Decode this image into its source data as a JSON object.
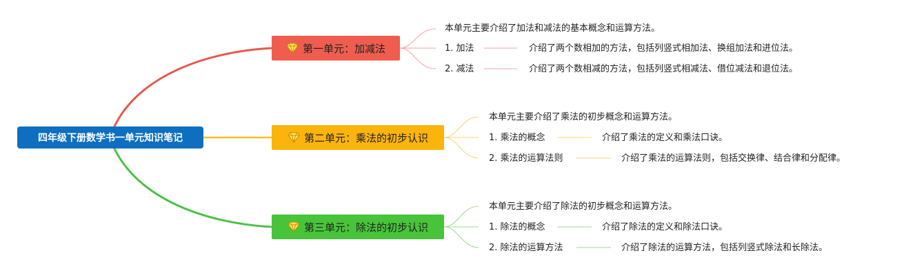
{
  "root": {
    "label": "四年级下册数学书一单元知识笔记"
  },
  "colors": {
    "root": "#0e6fc1",
    "branch1": "#f05d4f",
    "branch2": "#fbb40b",
    "branch3": "#48c43b",
    "link1": "#e8574b",
    "link2": "#f5bf1e",
    "link3": "#4cc043",
    "leafline1": "#f2a4a0",
    "leafline2": "#f4d57a",
    "leafline3": "#9bdc8f"
  },
  "branches": [
    {
      "label": "第一单元：加减法",
      "icon": "diamond-icon",
      "summary": "本单元主要介绍了加法和减法的基本概念和运算方法。",
      "topics": [
        {
          "label": "1. 加法",
          "detail": "介绍了两个数相加的方法，包括列竖式相加法、换组加法和进位法。"
        },
        {
          "label": "2. 减法",
          "detail": "介绍了两个数相减的方法，包括列竖式相减法、借位减法和退位法。"
        }
      ]
    },
    {
      "label": "第二单元：乘法的初步认识",
      "icon": "diamond-icon",
      "summary": "本单元主要介绍了乘法的初步概念和运算方法。",
      "topics": [
        {
          "label": "1. 乘法的概念",
          "detail": "介绍了乘法的定义和乘法口诀。"
        },
        {
          "label": "2. 乘法的运算法则",
          "detail": "介绍了乘法的运算法则，包括交换律、结合律和分配律。"
        }
      ]
    },
    {
      "label": "第三单元：除法的初步认识",
      "icon": "diamond-icon",
      "summary": "本单元主要介绍了除法的初步概念和运算方法。",
      "topics": [
        {
          "label": "1. 除法的概念",
          "detail": "介绍了除法的定义和除法口诀。"
        },
        {
          "label": "2. 除法的运算方法",
          "detail": "介绍了除法的运算方法，包括列竖式除法和长除法。"
        }
      ]
    }
  ]
}
